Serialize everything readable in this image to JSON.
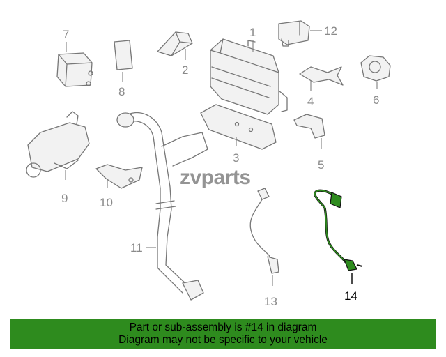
{
  "watermark": "zvparts",
  "callouts": [
    "1",
    "2",
    "3",
    "4",
    "5",
    "6",
    "7",
    "8",
    "9",
    "10",
    "11",
    "12",
    "13",
    "14"
  ],
  "highlighted_callout": "14",
  "highlight_color": "#2e8b1e",
  "banner": {
    "line1": "Part or sub-assembly is #14 in diagram",
    "line2": "Diagram may not be specific to your vehicle",
    "background": "#2e8b1e"
  }
}
